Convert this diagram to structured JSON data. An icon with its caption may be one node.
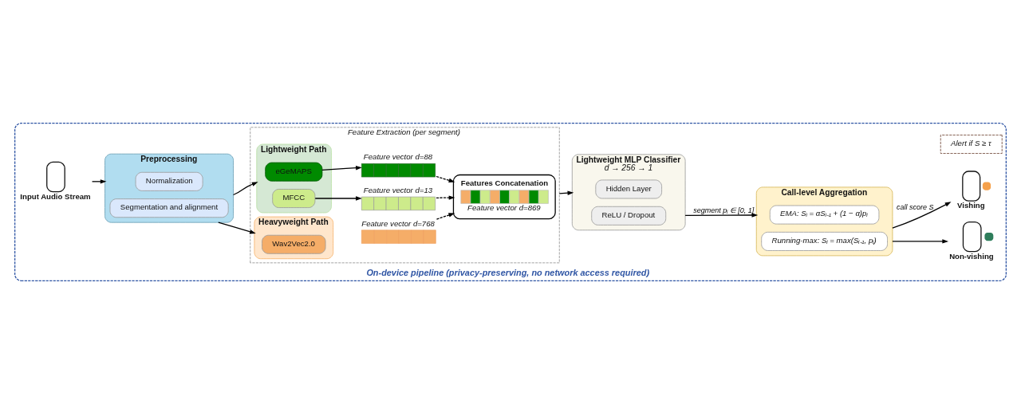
{
  "diagram": {
    "nodes": [
      {
        "text": [
          "On-device pipeline (privacy-preserving, no network access required)"
        ]
      },
      {
        "text": [
          "Input Audio Stream"
        ],
        "in": 0
      },
      {
        "text": [
          "Preprocessing"
        ],
        "in": 0
      },
      {
        "text": [
          "Normalization"
        ],
        "in": 2
      },
      {
        "text": [
          "Segmentation and alignment"
        ],
        "in": 2
      },
      {
        "text": [
          "Feature Extraction (per segment)"
        ],
        "in": 0
      },
      {
        "text": [
          "Lightweight Path"
        ],
        "in": 5
      },
      {
        "text": [
          "eGeMAPS"
        ],
        "in": 6
      },
      {
        "text": [
          "MFCC"
        ],
        "in": 6
      },
      {
        "text": [
          "Heavyweight Path"
        ],
        "in": 5
      },
      {
        "text": [
          "Wav2Vec2.0"
        ],
        "in": 9
      },
      {
        "text": [
          "Feature vector d=88"
        ],
        "in": 5
      },
      {
        "text": [
          "Feature vector d=13"
        ],
        "in": 5
      },
      {
        "text": [
          "Feature vector d=768"
        ],
        "in": 5
      },
      {
        "text": [
          "Features Concatenation",
          "Feature vector d=869"
        ],
        "in": 5
      },
      {
        "text": [
          "Lightweight MLP Classifier",
          "d → 256 → 1"
        ],
        "in": 0
      },
      {
        "text": [
          "Hidden Layer"
        ],
        "in": 15
      },
      {
        "text": [
          "ReLU / Dropout"
        ],
        "in": 15
      },
      {
        "text": [
          "Call-level Aggregation"
        ],
        "in": 0
      },
      {
        "text": [
          "EMA: Sᵢ = αSᵢ₋₁ + (1 − α)pᵢ"
        ],
        "in": 18
      },
      {
        "text": [
          "Running-max: Sᵢ = max(Sᵢ₋₁, pᵢ)"
        ],
        "in": 18
      },
      {
        "text": [
          "Alert if S ≥ τ"
        ],
        "in": 0
      },
      {
        "text": [
          "Vishing"
        ],
        "in": 0
      },
      {
        "text": [
          "Non-vishing"
        ],
        "in": 0
      }
    ],
    "edges": [
      {
        "from": 1,
        "to": 2,
        "arrow": "to"
      },
      {
        "from": 2,
        "to": 6,
        "arrow": "to"
      },
      {
        "from": 2,
        "to": 9,
        "arrow": "to"
      },
      {
        "from": 7,
        "to": 11,
        "arrow": "to"
      },
      {
        "from": 8,
        "to": 12,
        "arrow": "to"
      },
      {
        "from": 11,
        "to": 14,
        "arrow": "to",
        "style": "dashed"
      },
      {
        "from": 12,
        "to": 14,
        "arrow": "to",
        "style": "dashed"
      },
      {
        "from": 13,
        "to": 14,
        "arrow": "to",
        "style": "dashed"
      },
      {
        "from": 5,
        "to": 15,
        "arrow": "to"
      },
      {
        "from": 15,
        "to": 18,
        "arrow": "to",
        "label": "segment pᵢ ∈ [0, 1]"
      },
      {
        "from": 18,
        "to": 22,
        "arrow": "to",
        "label": "call score S"
      },
      {
        "from": 18,
        "to": 23,
        "arrow": "to"
      }
    ]
  }
}
